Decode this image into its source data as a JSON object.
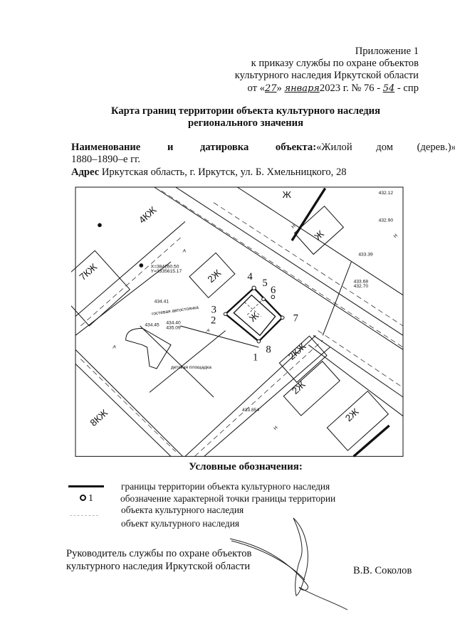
{
  "header": {
    "line1": "Приложение 1",
    "line2": "к приказу службы по охране объектов",
    "line3": "культурного наследия Иркутской области",
    "order_prefix": "от «",
    "order_day": "27",
    "order_mid": "» ",
    "order_month": "января",
    "order_year": "2023 г. № 76 - ",
    "order_number": "54",
    "order_suffix": " - спр"
  },
  "title": {
    "line1": "Карта границ территории объекта культурного наследия",
    "line2": "регионального значения"
  },
  "object": {
    "name_label": "Наименование и датировка объекта:",
    "name_value": "«Жилой дом (дерев.)»,",
    "dating": "1880–1890–е гг.",
    "address_label": "Адрес",
    "address_value": "Иркутская область, г. Иркутск, ул. Б. Хмельницкого, 28"
  },
  "map": {
    "points": [
      "1",
      "2",
      "3",
      "4",
      "5",
      "6",
      "7",
      "8"
    ],
    "buildings": [
      "4КЖ",
      "7КЖ",
      "2Ж",
      "Ж",
      "2КЖ",
      "2Ж",
      "8КЖ",
      "2Ж",
      "Ж",
      "Ж",
      "Н",
      "Н",
      "Н"
    ],
    "notes": [
      "X=384260.50",
      "Y=3335615.17",
      "гостевая автостоянка",
      "детская площадка",
      "433.854",
      "432.12",
      "432.90",
      "433.39",
      "433.68",
      "432.70",
      "434.40",
      "435.09",
      "434.45",
      "434.41",
      "А",
      "А",
      "А"
    ]
  },
  "legend": {
    "title": "Условные обозначения:",
    "items": [
      {
        "symbol": "line",
        "text": "границы территории объекта культурного наследия"
      },
      {
        "symbol": "point",
        "symbol_label": "1",
        "text": "обозначение характерной точки границы территории",
        "text2": "объекта культурного наследия"
      },
      {
        "symbol": "dashed",
        "text": "объект культурного наследия"
      }
    ]
  },
  "signature": {
    "position1": "Руководитель службы по охране объектов",
    "position2": "культурного наследия Иркутской области",
    "name": "В.В. Соколов"
  },
  "colors": {
    "ink": "#111111",
    "paper": "#ffffff"
  }
}
